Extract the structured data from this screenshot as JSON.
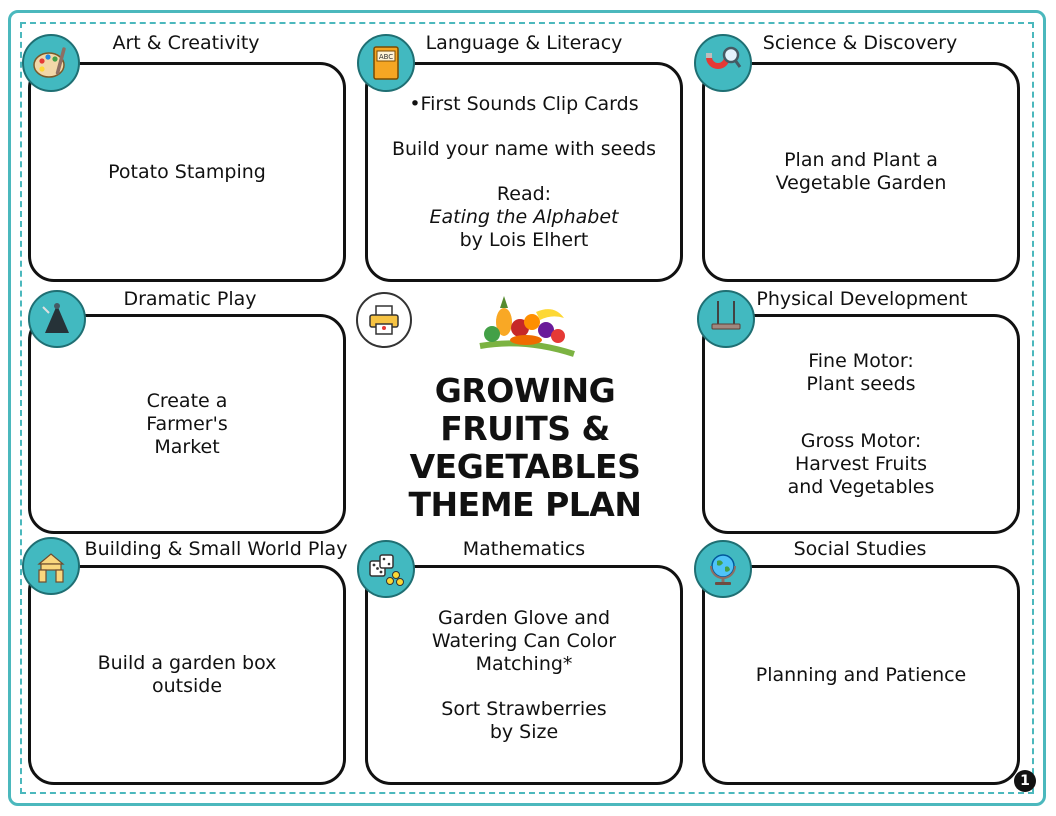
{
  "sections": {
    "art": {
      "title": "Art & Creativity",
      "lines": [
        "Potato Stamping"
      ]
    },
    "language": {
      "title": "Language & Literacy",
      "line1": "•First Sounds Clip Cards",
      "line2": "Build your name with seeds",
      "read_label": "Read:",
      "book_title": "Eating the Alphabet",
      "book_author": "by Lois Elhert"
    },
    "science": {
      "title": "Science & Discovery",
      "line1": "Plan and Plant a",
      "line2": "Vegetable Garden"
    },
    "dramatic": {
      "title": "Dramatic Play",
      "line1": "Create a",
      "line2": "Farmer's",
      "line3": "Market"
    },
    "physical": {
      "title": "Physical Development",
      "fine_label": "Fine Motor:",
      "fine_text": "Plant seeds",
      "gross_label": "Gross Motor:",
      "gross_line1": "Harvest Fruits",
      "gross_line2": "and Vegetables"
    },
    "building": {
      "title": "Building & Small World Play",
      "line1": "Build a garden box",
      "line2": "outside"
    },
    "math": {
      "title": "Mathematics",
      "line1": "Garden Glove and",
      "line2": "Watering Can Color",
      "line3": "Matching*",
      "line4": "Sort Strawberries",
      "line5": "by Size"
    },
    "social": {
      "title": "Social Studies",
      "line1": "Planning and Patience"
    }
  },
  "center": {
    "title_line1": "GROWING",
    "title_line2": "FRUITS &",
    "title_line3": "VEGETABLES",
    "title_line4": "THEME PLAN"
  },
  "page_number": "1",
  "icons": {
    "art": "palette-icon",
    "language": "abc-book-icon",
    "science": "magnet-magnifier-icon",
    "dramatic": "costume-cape-icon",
    "physical": "swing-icon",
    "building": "wooden-blocks-icon",
    "math": "dice-icon",
    "social": "globe-icon"
  },
  "colors": {
    "accent": "#42b9c0",
    "border": "#4bb8bd"
  }
}
